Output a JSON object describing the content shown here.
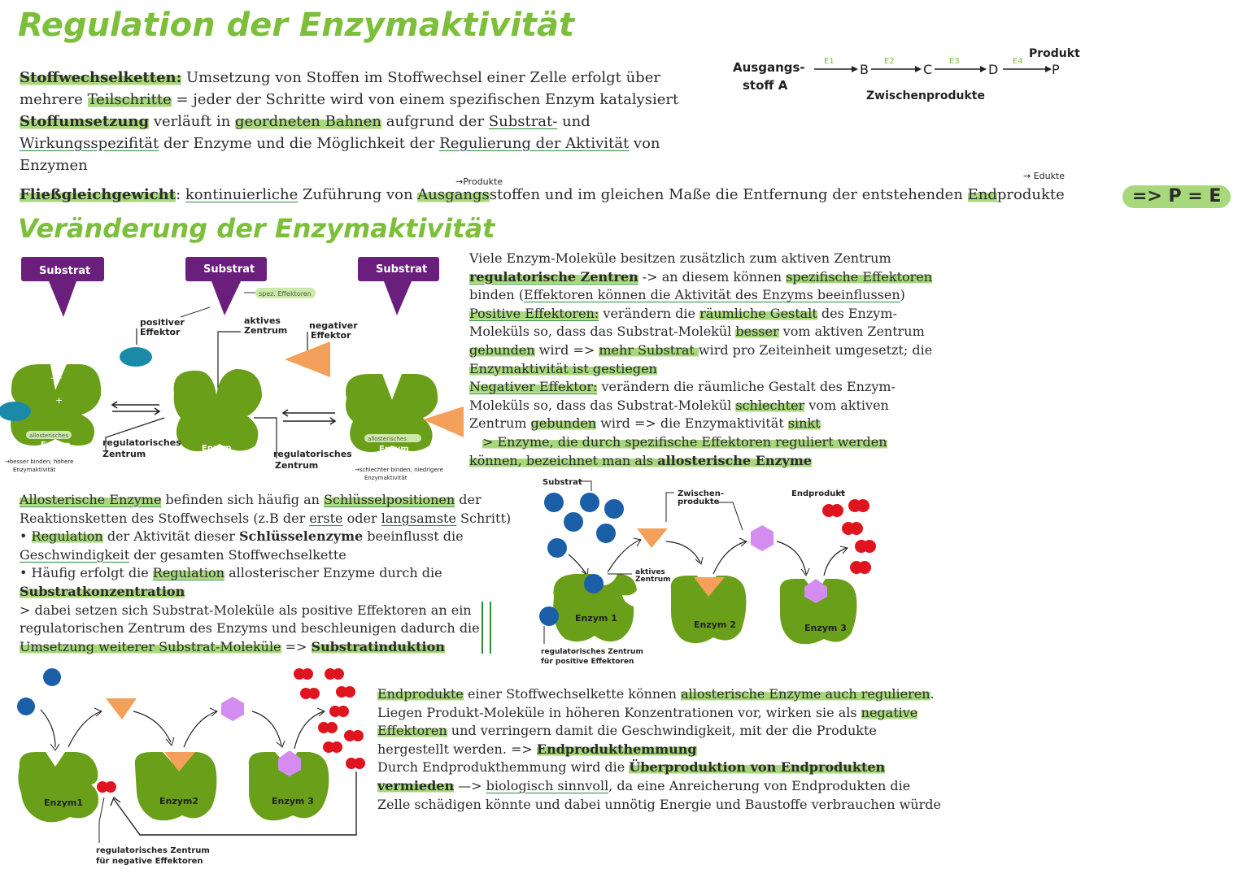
{
  "titles": {
    "main": "Regulation der Enzymaktivität",
    "section2": "Veränderung der Enzymaktivität"
  },
  "intro": {
    "l1_term": "Stoffwechselketten:",
    "l1_rest": " Umsetzung von Stoffen im Stoffwechsel einer Zelle erfolgt über",
    "l2_a": "mehrere ",
    "l2_term": "Teilschritte",
    "l2_rest": " = jeder der Schritte wird von einem spezifischen Enzym katalysiert",
    "l3_term": "Stoffumsetzung",
    "l3_a": " verläuft in ",
    "l3_hl": "geordneten Bahnen",
    "l3_b": " aufgrund der ",
    "l3_u": "Substrat-",
    "l3_c": " und",
    "l4_u": "Wirkungsspezifität",
    "l4_a": " der Enzyme und die Möglichkeit der ",
    "l4_u2": "Regulierung der Aktivität",
    "l4_b": " von",
    "l5": "Enzymen"
  },
  "fliess": {
    "term": "Fließgleichgewicht",
    "colon": ": ",
    "u": "kontinuierliche",
    "a": " Zuführung von ",
    "hl1": "Ausgangs",
    "b": "stoffen und im gleichen Maße die Entfernung der entstehenden ",
    "hl2": "End",
    "c": "produkte",
    "note1": "→Produkte",
    "note2": "→ Edukte",
    "pill": "=> P = E"
  },
  "chain": {
    "start": "Ausgangs-\nstoff A",
    "start1": "Ausgangs-",
    "start2": "stoff A",
    "nodes": [
      "B",
      "C",
      "D",
      "P"
    ],
    "enzymes": [
      "E1",
      "E2",
      "E3",
      "E4"
    ],
    "product_label": "Produkt",
    "intermediate_label": "Zwischenprodukte"
  },
  "allo_diagram": {
    "substrat": "Substrat",
    "spez": "spez. Effektoren",
    "positiver": "positiver",
    "effektor": "Effektor",
    "aktives": "aktives",
    "zentrum": "Zentrum",
    "negativer": "negativer",
    "allost": "allosterisches",
    "enzym": "Enzym",
    "regul": "regulatorisches",
    "besser": "→besser binden; höhere",
    "besser2": "Enzymaktivität",
    "schlechter": "→schlechter binden; niedrigere",
    "schlechter2": "Enzymaktivität"
  },
  "right_text": {
    "l1": "Viele Enzym-Moleküle besitzen zusätzlich zum aktiven Zentrum",
    "l2_term": "regulatorische Zentren",
    "l2_a": " -> an diesem können ",
    "l2_hl": "spezifische Effektoren",
    "l3_a": "binden (",
    "l3_u": "Effektoren können die Aktivität des Enzyms beeinflussen",
    "l3_b": ")",
    "l4_term": "Positive Effektoren:",
    "l4_a": " verändern die ",
    "l4_hl": "räumliche Gestalt",
    "l4_b": " des Enzym-",
    "l5_a": "Moleküls so, dass das Substrat-Molekül ",
    "l5_hl": "besser",
    "l5_b": " vom aktiven Zentrum",
    "l6_hl": "gebunden",
    "l6_a": " wird => ",
    "l6_hl2": "mehr Substrat ",
    "l6_b": "wird pro Zeiteinheit umgesetzt; die",
    "l7_hl": "Enzymaktivität ist gestiegen",
    "l8_term": "Negativer Effektor:",
    "l8_a": " verändern die räumliche Gestalt des Enzym-",
    "l9_a": "Moleküls so, dass das Substrat-Molekül ",
    "l9_hl": "schlechter",
    "l9_b": " vom aktiven",
    "l10_a": "Zentrum ",
    "l10_hl": "gebunden",
    "l10_b": " wird => die Enzymaktivität ",
    "l10_hl2": "sinkt",
    "l11_hl": "> Enzyme, die durch spezifische Effektoren reguliert werden",
    "l12_hl": "können, bezeichnet man als ",
    "l12_b": "allosterische Enzyme"
  },
  "mid_text": {
    "l1_hl": "Allosterische Enzyme",
    "l1_a": " befinden sich häufig an ",
    "l1_u": "Schlüsselpositionen",
    "l1_b": " der",
    "l2_a": "Reaktionsketten des Stoffwechsels (z.B der ",
    "l2_u": "erste",
    "l2_b": " oder ",
    "l2_u2": "langsamste",
    "l2_c": " Schritt)",
    "l3_bullet": "• ",
    "l3_hl": "Regulation",
    "l3_a": " der Aktivität dieser ",
    "l3_b": "Schlüsselenzyme",
    "l3_c": " beeinflusst die",
    "l4_u": "Geschwindigkeit",
    "l4_a": " der gesamten Stoffwechselkette",
    "l5_a": "• Häufig erfolgt die ",
    "l5_hl": "Regulation",
    "l5_b": " allosterischer Enzyme durch die",
    "l6_hl": "Substratkonzentration",
    "l7": "> dabei setzen sich Substrat-Moleküle als positive Effektoren an ein",
    "l8": "regulatorischen Zentrum des Enzyms und beschleunigen dadurch die",
    "l9_hl": "Umsetzung weiterer Substrat-Moleküle",
    "l9_a": " => ",
    "l9_b": "Substratinduktion"
  },
  "induction_diagram": {
    "substrat": "Substrat",
    "zwischen1": "Zwischen-",
    "zwischen2": "produkte",
    "endprodukt": "Endprodukt",
    "aktives": "aktives",
    "zentrum": "Zentrum",
    "enzyme": [
      "Enzym 1",
      "Enzym 2",
      "Enzym 3"
    ],
    "reg1": "regulatorisches Zentrum",
    "reg2": "für positive Effektoren"
  },
  "inhibition_diagram": {
    "enzyme": [
      "Enzym1",
      "Enzym2",
      "Enzym 3"
    ],
    "reg1": "regulatorisches Zentrum",
    "reg2": "für negative Effektoren"
  },
  "bottom_text": {
    "l1_hl": "Endprodukte",
    "l1_a": " einer Stoffwechselkette können ",
    "l1_hl2": "allosterische Enzyme auch regulieren",
    "l1_b": ".",
    "l2_a": "Liegen Produkt-Moleküle in höheren Konzentrationen vor, wirken sie als ",
    "l2_hl": "negative",
    "l3_hl": "Effektoren",
    "l3_a": " und verringern damit die Geschwindigkeit, mit der die Produkte",
    "l4_a": "hergestellt werden. => ",
    "l4_b": "Endprodukthemmung",
    "l5_a": "Durch Endprodukthemmung wird die ",
    "l5_b": "Überproduktion von Endprodukten",
    "l6_b": "vermieden",
    "l6_a": " —> ",
    "l6_u": "biologisch sinnvoll",
    "l6_c": ", da eine Anreicherung von Endprodukten die",
    "l7": "Zelle schädigen könnte und dabei unnötig Energie und Baustoffe verbrauchen würde"
  },
  "colors": {
    "green_title": "#7cbf3a",
    "highlight": "#a8d87c",
    "enzyme_green": "#6a9f1a",
    "substrate_purple": "#6b1f7d",
    "blue": "#1a5fa8",
    "teal": "#1a8aa8",
    "orange": "#f5a05a",
    "violet": "#d58cf0",
    "red": "#e0141e"
  }
}
